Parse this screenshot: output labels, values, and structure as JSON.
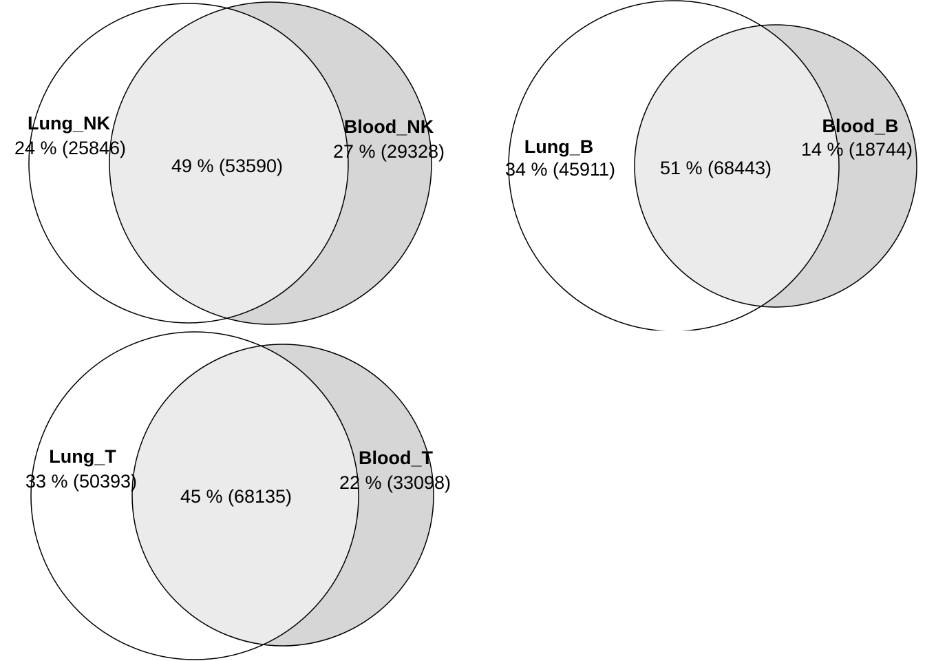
{
  "chart_data": {
    "type": "venn",
    "layout": "three pairwise venn diagrams: top-left NK cells, top-right B cells, bottom-left T cells",
    "diagrams": [
      {
        "left": {
          "label": "Lung_NK",
          "display": "24 % (25846)",
          "percent": 24,
          "count": 25846
        },
        "overlap": {
          "display": "49 % (53590)",
          "percent": 49,
          "count": 53590
        },
        "right": {
          "label": "Blood_NK",
          "display": "27 % (29328)",
          "percent": 27,
          "count": 29328
        }
      },
      {
        "left": {
          "label": "Lung_B",
          "display": "34 % (45911)",
          "percent": 34,
          "count": 45911
        },
        "overlap": {
          "display": "51 % (68443)",
          "percent": 51,
          "count": 68443
        },
        "right": {
          "label": "Blood_B",
          "display": "14 % (18744)",
          "percent": 14,
          "count": 18744
        }
      },
      {
        "left": {
          "label": "Lung_T",
          "display": "33 % (50393)",
          "percent": 33,
          "count": 50393
        },
        "overlap": {
          "display": "45 % (68135)",
          "percent": 45,
          "count": 68135
        },
        "right": {
          "label": "Blood_T",
          "display": "22 % (33098)",
          "percent": 22,
          "count": 33098
        }
      }
    ],
    "colors": {
      "left_fill": "#ffffff",
      "right_fill": "#d6d6d6",
      "overlap_fill": "#ebebeb",
      "stroke": "#000000",
      "text": "#000000"
    }
  }
}
